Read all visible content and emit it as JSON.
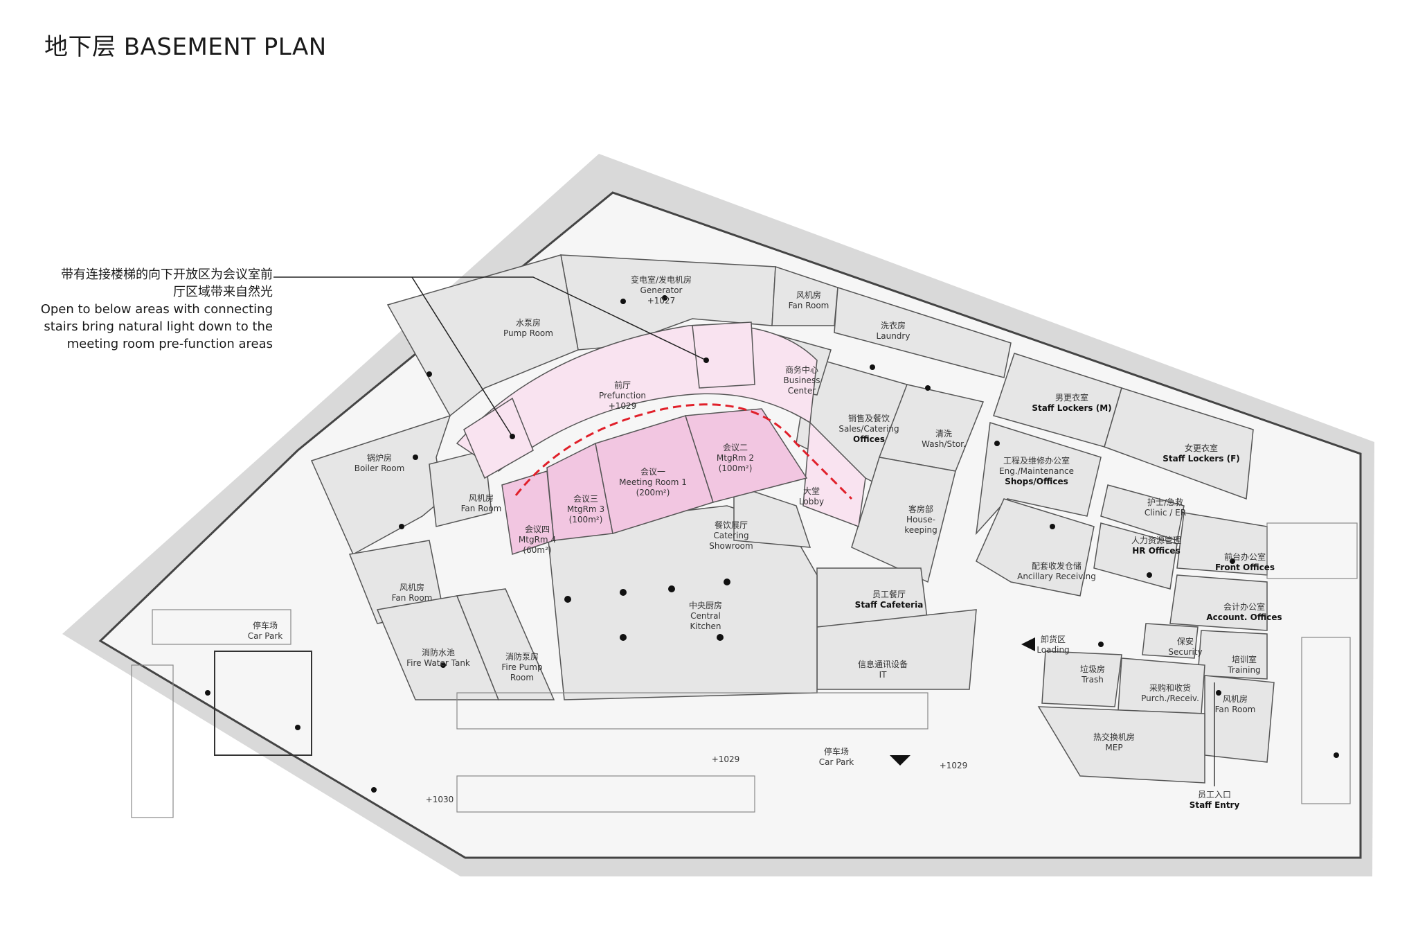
{
  "title": "地下层 BASEMENT PLAN",
  "annotation": {
    "zh_line1": "带有连接楼梯的向下开放区为会议室前",
    "zh_line2": "厅区域带来自然光",
    "en_line1": "Open to below areas with connecting",
    "en_line2": "stairs bring natural light down to the",
    "en_line3": "meeting room pre-function areas"
  },
  "colors": {
    "site": "#d9d9d9",
    "room": "#e6e6e6",
    "corridor": "#f6f6f6",
    "meeting": "#f2c6e1",
    "prefunction": "#f9e3f0",
    "route": "#e0202a"
  },
  "rooms": {
    "generator": {
      "zh": "变电室/发电机房",
      "en": "Generator",
      "level": "+1027"
    },
    "fan1": {
      "zh": "风机房",
      "en": "Fan Room"
    },
    "laundry": {
      "zh": "洗衣房",
      "en": "Laundry"
    },
    "pump": {
      "zh": "水泵房",
      "en": "Pump Room"
    },
    "prefunction": {
      "zh": "前厅",
      "en": "Prefunction",
      "level": "+1029"
    },
    "business": {
      "zh": "商务中心",
      "en1": "Business",
      "en2": "Center"
    },
    "sales": {
      "zh": "销售及餐饮",
      "en": "Sales/Catering",
      "en_bold": "Offices"
    },
    "wash": {
      "zh": "清洗",
      "en": "Wash/Stor."
    },
    "lockers_m": {
      "zh": "男更衣室",
      "en": "Staff Lockers (M)"
    },
    "lockers_f": {
      "zh": "女更衣室",
      "en": "Staff Lockers (F)"
    },
    "boiler": {
      "zh": "锅炉房",
      "en": "Boiler Room"
    },
    "fan2": {
      "zh": "风机房",
      "en": "Fan Room"
    },
    "mtg2": {
      "zh": "会议二",
      "en": "MtgRm 2",
      "area": "(100m²)"
    },
    "mtg1": {
      "zh": "会议一",
      "en": "Meeting Room 1",
      "area": "(200m²)"
    },
    "mtg3": {
      "zh": "会议三",
      "en": "MtgRm 3",
      "area": "(100m²)"
    },
    "mtg4": {
      "zh": "会议四",
      "en": "MtgRm 4",
      "area": "(60m²)"
    },
    "lobby": {
      "zh": "大堂",
      "en": "Lobby"
    },
    "engineering": {
      "zh": "工程及维修办公室",
      "en": "Eng./Maintenance",
      "en_bold": "Shops/Offices"
    },
    "housekeeping": {
      "zh": "客房部",
      "en1": "House-",
      "en2": "keeping"
    },
    "clinic": {
      "zh": "护士/急救",
      "en": "Clinic / ER"
    },
    "hr": {
      "zh": "人力资源管理",
      "en": "HR Offices"
    },
    "showroom": {
      "zh": "餐饮展厅",
      "en1": "Catering",
      "en2": "Showroom"
    },
    "ancillary": {
      "zh": "配套收发仓储",
      "en": "Ancillary Receiving"
    },
    "front_office": {
      "zh": "前台办公室",
      "en": "Front Offices"
    },
    "fan3": {
      "zh": "风机房",
      "en": "Fan Room"
    },
    "cafeteria": {
      "zh": "员工餐厅",
      "en": "Staff Cafeteria"
    },
    "account": {
      "zh": "会计办公室",
      "en": "Account. Offices"
    },
    "kitchen": {
      "zh": "中央厨房",
      "en1": "Central",
      "en2": "Kitchen"
    },
    "loading": {
      "zh": "卸货区",
      "en": "Loading"
    },
    "security": {
      "zh": "保安",
      "en": "Security"
    },
    "carpark1": {
      "zh": "停车场",
      "en": "Car Park"
    },
    "firewater": {
      "zh": "消防水池",
      "en": "Fire Water Tank"
    },
    "firepump": {
      "zh": "消防泵房",
      "en1": "Fire Pump",
      "en2": "Room"
    },
    "it": {
      "zh": "信息通讯设备",
      "en": "IT"
    },
    "trash": {
      "zh": "垃圾房",
      "en": "Trash"
    },
    "training": {
      "zh": "培训室",
      "en": "Training"
    },
    "purchase": {
      "zh": "采购和收货",
      "en": "Purch./Receiv."
    },
    "fan4": {
      "zh": "风机房",
      "en": "Fan Room"
    },
    "mep": {
      "zh": "热交换机房",
      "en": "MEP"
    },
    "carpark2": {
      "zh": "停车场",
      "en": "Car Park"
    },
    "staff_entry": {
      "zh": "员工入口",
      "en": "Staff Entry"
    }
  },
  "levels": {
    "l1029a": "+1029",
    "l1029b": "+1029",
    "l1030": "+1030"
  }
}
